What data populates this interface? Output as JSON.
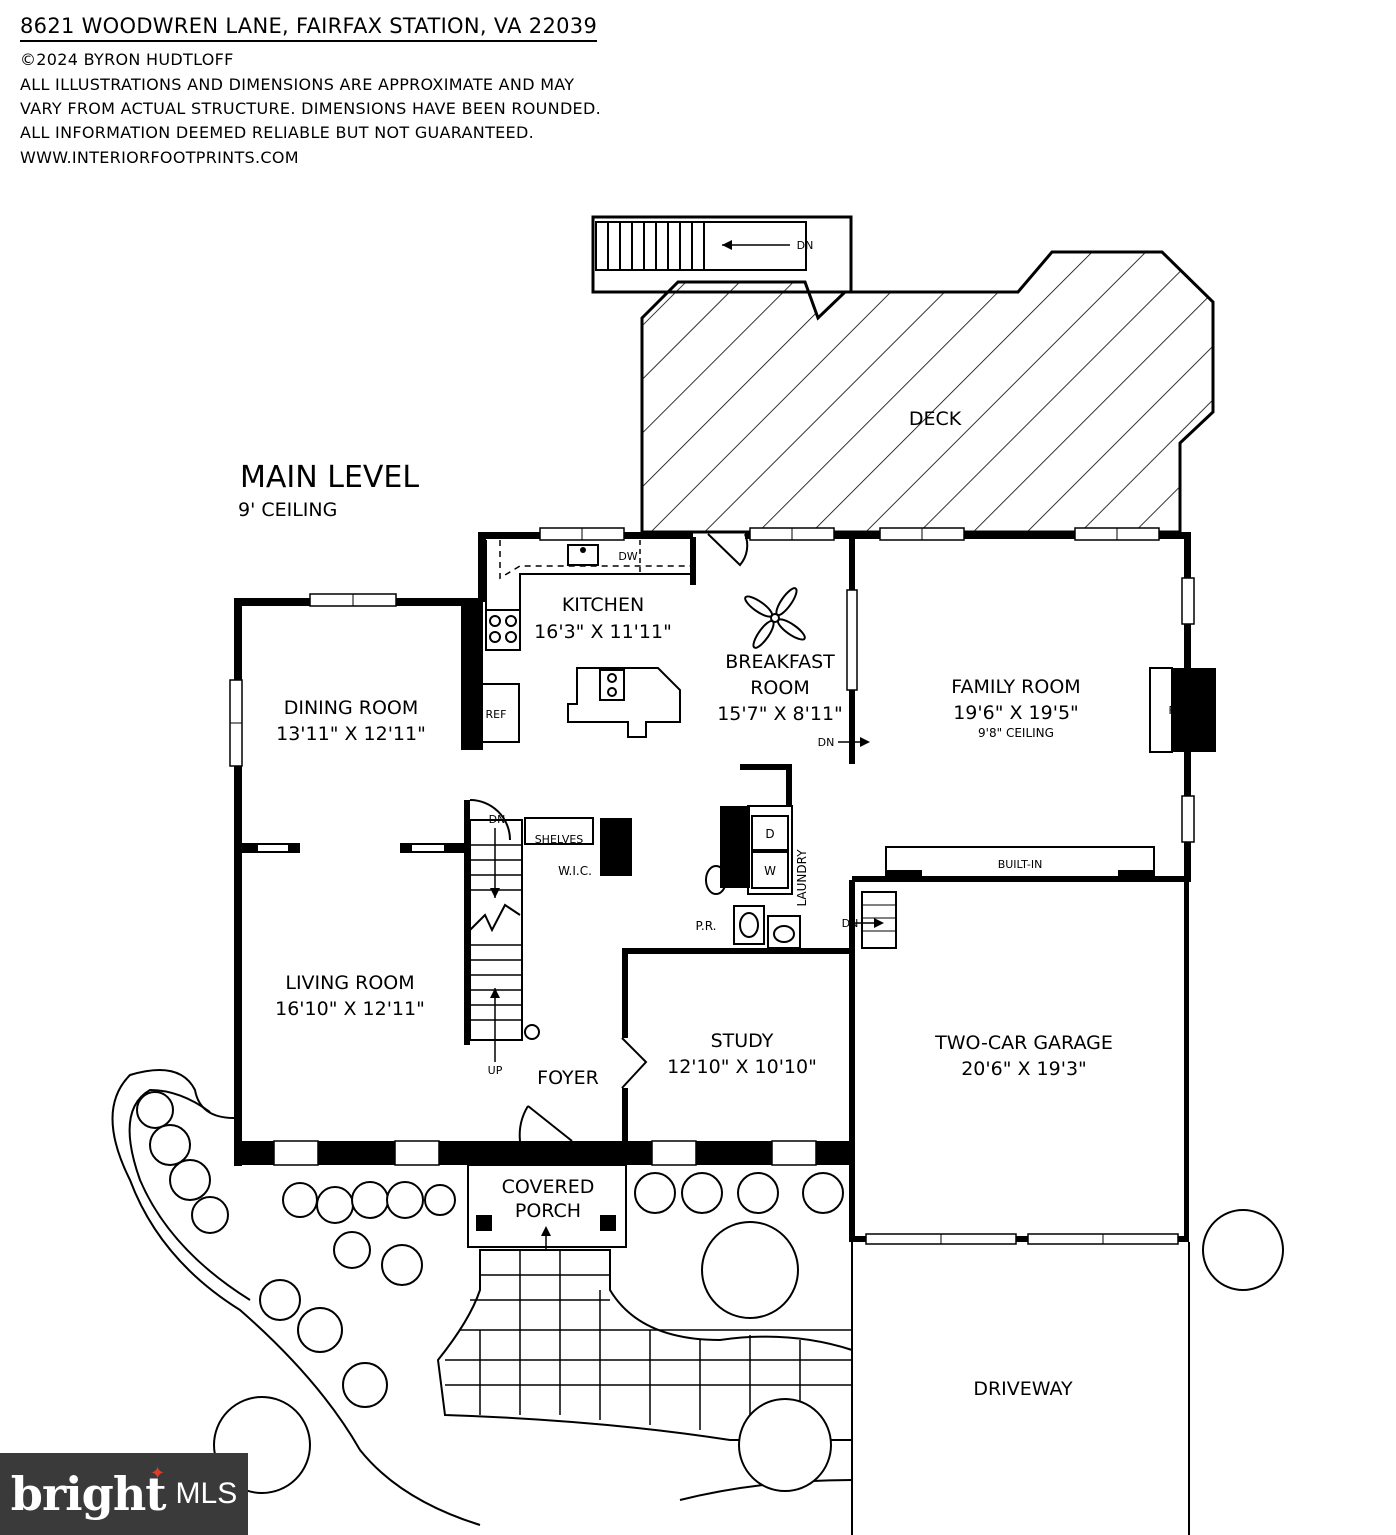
{
  "header": {
    "address": "8621 WOODWREN LANE, FAIRFAX STATION, VA 22039",
    "copyright": "©2024 BYRON HUDTLOFF",
    "disclaimer_1": "ALL ILLUSTRATIONS AND DIMENSIONS ARE APPROXIMATE AND MAY",
    "disclaimer_2": "VARY FROM ACTUAL STRUCTURE. DIMENSIONS HAVE BEEN ROUNDED.",
    "disclaimer_3": "ALL INFORMATION DEEMED RELIABLE BUT NOT GUARANTEED.",
    "website": "WWW.INTERIORFOOTPRINTS.COM"
  },
  "level": {
    "name": "MAIN LEVEL",
    "ceiling": "9' CEILING"
  },
  "rooms": {
    "deck": "DECK",
    "kitchen": {
      "name": "KITCHEN",
      "dims": "16'3\" X 11'11\""
    },
    "breakfast": {
      "line1": "BREAKFAST",
      "line2": "ROOM",
      "dims": "15'7\" X 8'11\""
    },
    "family": {
      "name": "FAMILY ROOM",
      "dims": "19'6\" X 19'5\"",
      "ceiling": "9'8\" CEILING"
    },
    "dining": {
      "name": "DINING ROOM",
      "dims": "13'11\" X 12'11\""
    },
    "living": {
      "name": "LIVING ROOM",
      "dims": "16'10\" X 12'11\""
    },
    "study": {
      "name": "STUDY",
      "dims": "12'10\" X 10'10\""
    },
    "garage": {
      "name": "TWO-CAR GARAGE",
      "dims": "20'6\" X 19'3\""
    },
    "foyer": "FOYER",
    "porch": {
      "line1": "COVERED",
      "line2": "PORCH"
    },
    "driveway": "DRIVEWAY",
    "powder": "P.R.",
    "laundry": "LAUNDRY",
    "wic": "W.I.C.",
    "shelves": "SHELVES",
    "builtin": "BUILT-IN"
  },
  "fixtures": {
    "dishwasher": "DW",
    "refrigerator": "REF",
    "fireplace": "FP",
    "dryer": "D",
    "washer": "W"
  },
  "stairs": {
    "down": "DN",
    "up": "UP"
  },
  "watermark": {
    "brand": "bright",
    "suffix": "MLS"
  }
}
